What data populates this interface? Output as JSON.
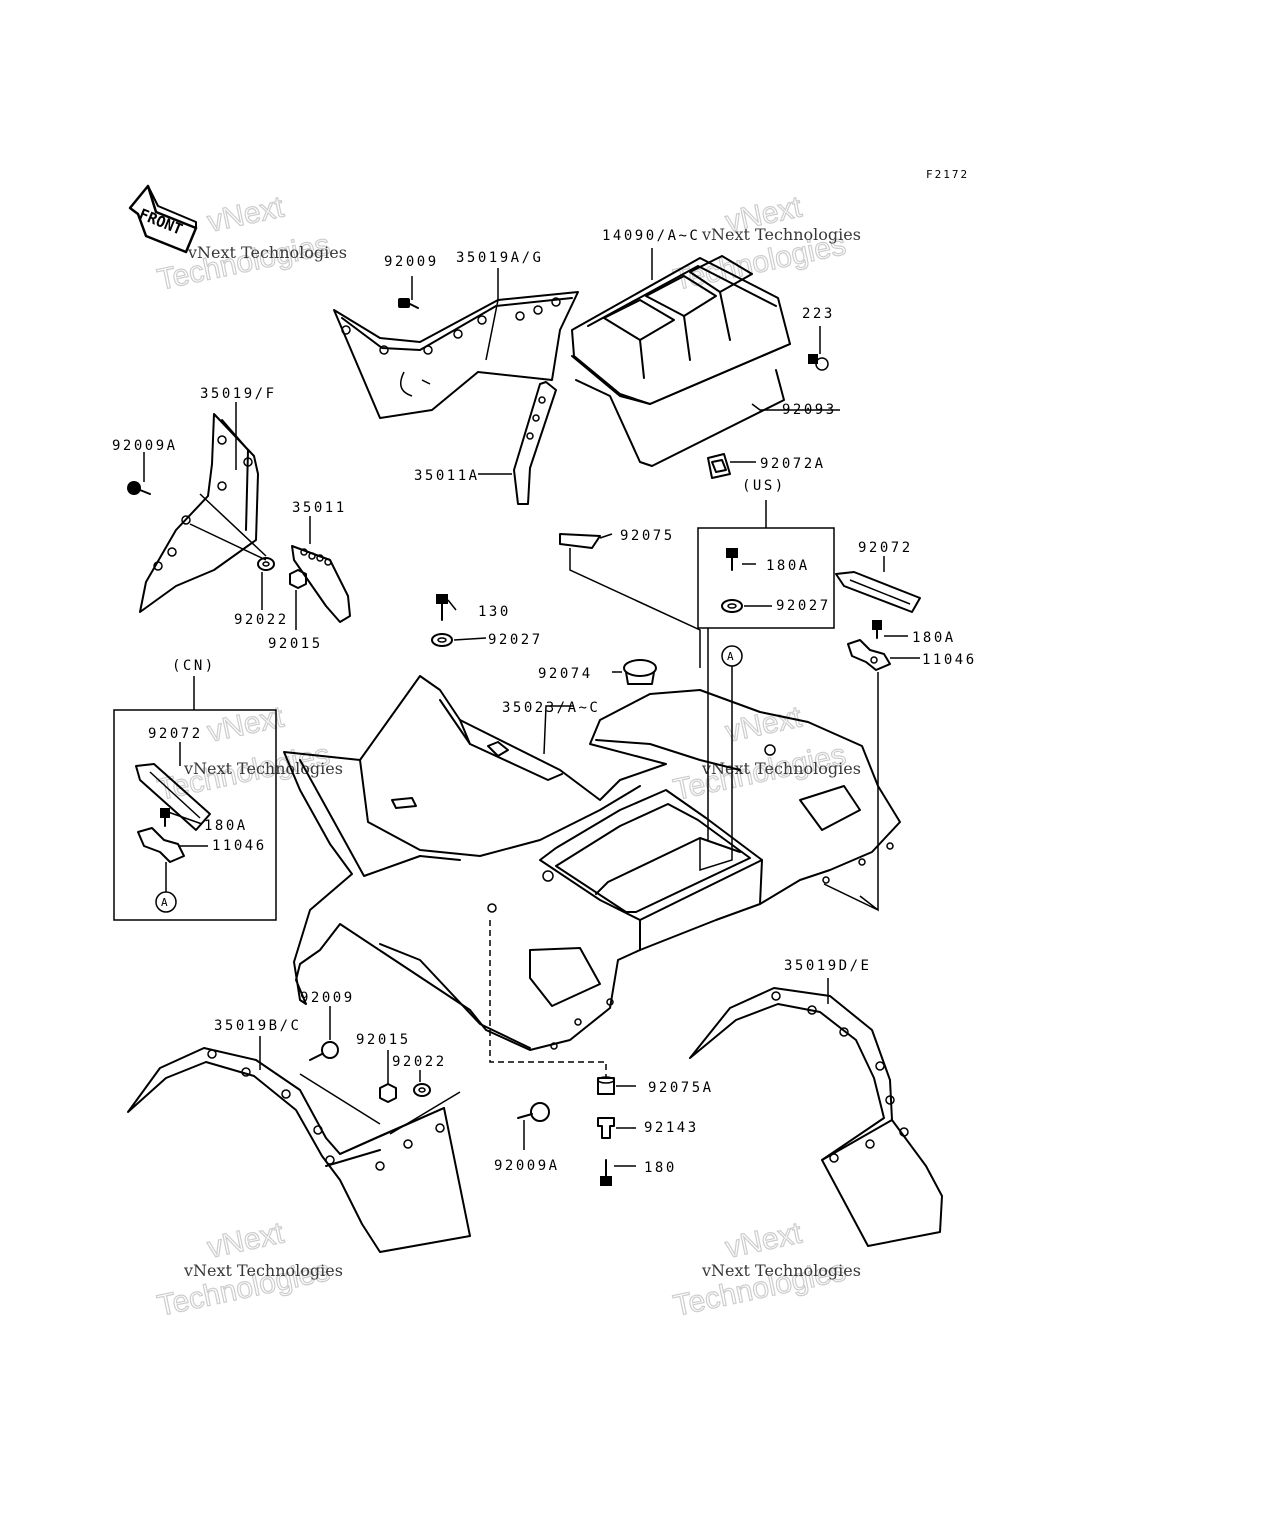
{
  "figure_code": "F2172",
  "front_label": "FRONT",
  "watermark": {
    "line1": "vNext Technologies",
    "line2": "Technologies",
    "line3": "vNext"
  },
  "region_labels": {
    "us": "(US)",
    "cn": "(CN)",
    "ref_a": "A"
  },
  "callouts": {
    "c92009_top": "92009",
    "c35019ag": "35019A/G",
    "c14090": "14090/A~C",
    "c223": "223",
    "c92093": "92093",
    "c35019f": "35019/F",
    "c92009a_left": "92009A",
    "c35011a": "35011A",
    "c92072a": "92072A",
    "c35011": "35011",
    "c92075": "92075",
    "c180a_us": "180A",
    "c92072_right": "92072",
    "c92022_left": "92022",
    "c92015_left": "92015",
    "c130": "130",
    "c92027_mid": "92027",
    "c92027_us": "92027",
    "c180a_right": "180A",
    "c11046_right": "11046",
    "c92074": "92074",
    "c35023": "35023/A~C",
    "c92072_cn": "92072",
    "c180a_cn": "180A",
    "c11046_cn": "11046",
    "c35019de": "35019D/E",
    "c92009_bottom": "92009",
    "c35019bc": "35019B/C",
    "c92015_bottom": "92015",
    "c92022_bottom": "92022",
    "c92075a": "92075A",
    "c92143": "92143",
    "c92009a_bottom": "92009A",
    "c180": "180"
  }
}
